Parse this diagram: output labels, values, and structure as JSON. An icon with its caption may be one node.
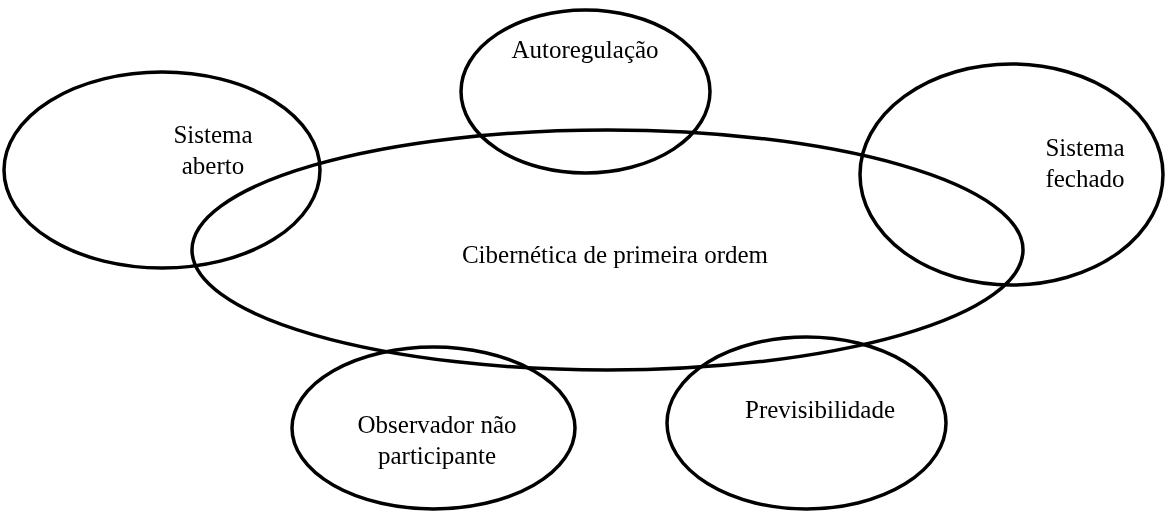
{
  "diagram": {
    "nodes": [
      {
        "text": [
          "Autoregulação"
        ]
      },
      {
        "text": [
          "Sistema aberto"
        ]
      },
      {
        "text": [
          "Sistema fechado"
        ]
      },
      {
        "text": [
          "Cibernética de primeira ordem"
        ]
      },
      {
        "text": [
          "Observador não participante"
        ]
      },
      {
        "text": [
          "Previsibilidade"
        ]
      }
    ]
  }
}
